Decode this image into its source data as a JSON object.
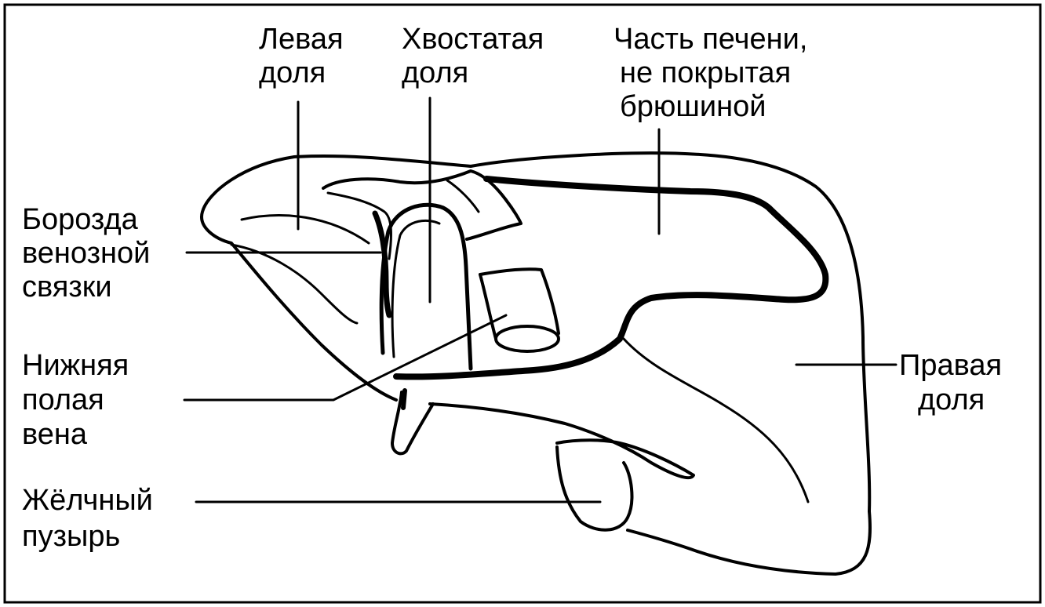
{
  "labels": {
    "left_lobe": [
      "Левая",
      "доля"
    ],
    "caudate_lobe": [
      "Хвостатая",
      "доля"
    ],
    "bare_area": [
      "Часть печени,",
      "не покрытая",
      "брюшиной"
    ],
    "venous_ligament_fissure": [
      "Борозда",
      "венозной",
      "связки"
    ],
    "inferior_vena_cava": [
      "Нижняя",
      "полая",
      "вена"
    ],
    "gallbladder": [
      "Жёлчный",
      "пузырь"
    ],
    "right_lobe": [
      "Правая",
      "доля"
    ]
  },
  "colors": {
    "ink": "#000000",
    "background": "#ffffff"
  }
}
